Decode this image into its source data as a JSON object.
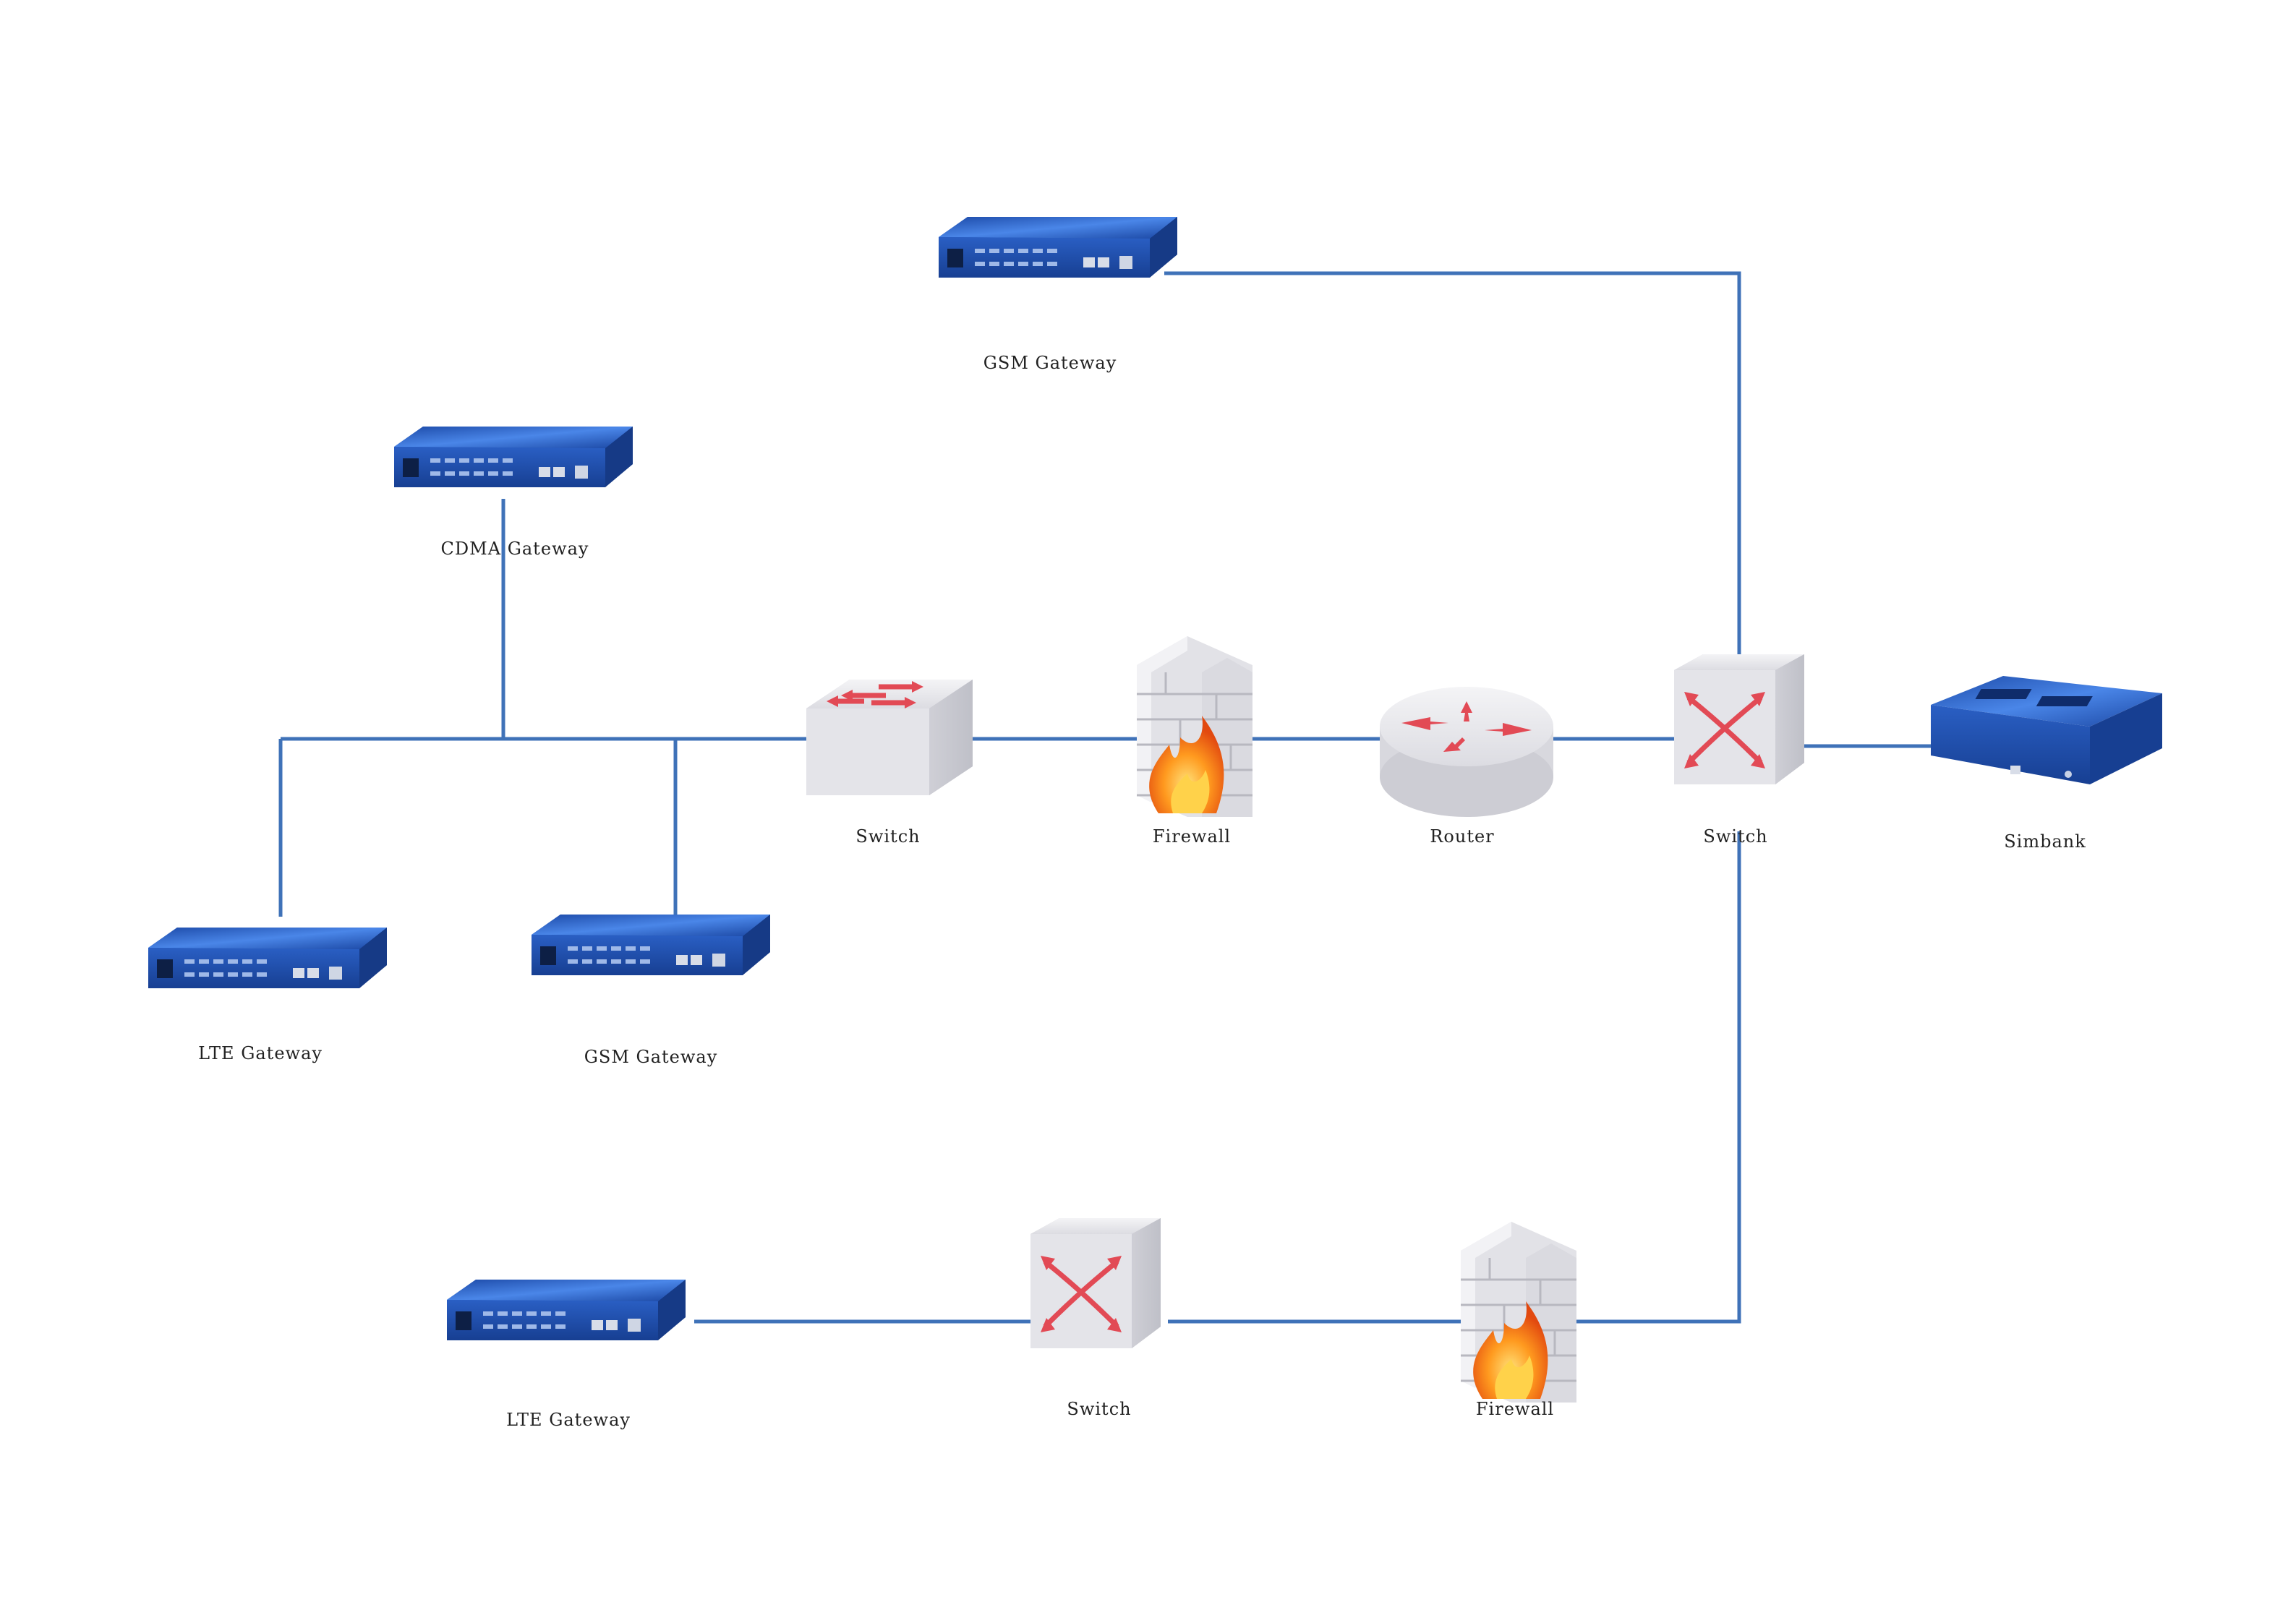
{
  "labels": {
    "gsm_gateway_top": "GSM Gateway",
    "cdma_gateway": "CDMA Gateway",
    "switch_center": "Switch",
    "firewall_center": "Firewall",
    "router": "Router",
    "switch_right": "Switch",
    "simbank": "Simbank",
    "lte_gateway_left": "LTE Gateway",
    "gsm_gateway_left": "GSM Gateway",
    "lte_gateway_bottom": "LTE Gateway",
    "switch_bottom": "Switch",
    "firewall_bottom": "Firewall"
  },
  "colors": {
    "link": "#3f72b8",
    "device_blue": "#1e4fae",
    "device_top": "#2c66d0",
    "box_face": "#e6e6ea",
    "arrow": "#e24a55"
  }
}
